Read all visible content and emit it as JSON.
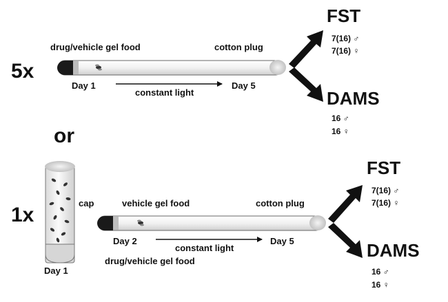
{
  "top": {
    "multiplier": "5x",
    "food_label": "drug/vehicle gel food",
    "plug_label": "cotton plug",
    "start_day": "Day 1",
    "end_day": "Day 5",
    "light_label": "constant light",
    "fst": {
      "title": "FST",
      "male": "7(16) ♂",
      "female": "7(16) ♀"
    },
    "dams": {
      "title": "DAMS",
      "male": "16 ♂",
      "female": "16 ♀"
    }
  },
  "or_label": "or",
  "bottom": {
    "multiplier": "1x",
    "cap_label": "cap",
    "food_label": "vehicle gel food",
    "plug_label": "cotton plug",
    "start_day": "Day 2",
    "end_day": "Day 5",
    "light_label": "constant light",
    "vial_day": "Day 1",
    "vial_food_label": "drug/vehicle gel food",
    "fst": {
      "title": "FST",
      "male": "7(16) ♂",
      "female": "7(16) ♀"
    },
    "dams": {
      "title": "DAMS",
      "male": "16 ♂",
      "female": "16 ♀"
    }
  }
}
